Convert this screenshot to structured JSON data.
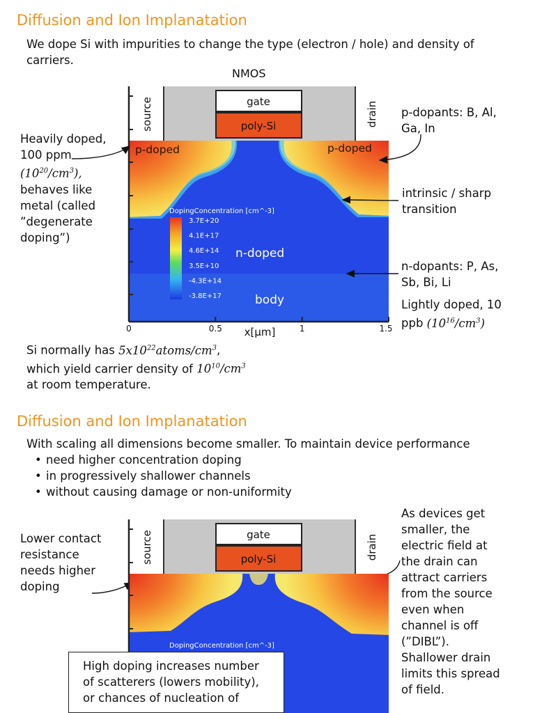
{
  "slide1": {
    "title": "Diffusion and Ion Implanatation",
    "intro": "We dope Si with impurities to change the type (electron / hole) and density of carriers.",
    "figure": {
      "caption": "NMOS",
      "source_label": "source",
      "drain_label": "drain",
      "gate_label": "gate",
      "polysi_label": "poly-Si",
      "pdoped_left": "p-doped",
      "pdoped_right": "p-doped",
      "ndoped_label": "n-doped",
      "body_label": "body",
      "legend_title": "DopingConcentration [cm^-3]",
      "legend_values": [
        "3.7E+20",
        "4.1E+17",
        "4.6E+14",
        "3.5E+10",
        "-4.3E+14",
        "-3.8E+17"
      ],
      "x_ticks": [
        "0",
        "0.5",
        "1",
        "1.5"
      ],
      "x_axis_label": "x[µm]"
    },
    "left_note": {
      "l1": "Heavily doped,",
      "l2": "100 ppm",
      "l3": "(10^20/cm^3),",
      "l4": "behaves like",
      "l5": "metal (called",
      "l6": "”degenerate",
      "l7": "doping”)"
    },
    "right_notes": {
      "pdopants": "p-dopants: B, Al, Ga, In",
      "intrinsic": "intrinsic / sharp transition",
      "ndopants": "n-dopants: P, As, Sb, Bi, Li",
      "lightly": "Lightly doped, 10 ppb (10^16/cm^3)"
    },
    "bottom_note": {
      "l1": "Si normally has 5x10^22 atoms/cm^3,",
      "l2": "which yield carrier density of 10^10/cm^3",
      "l3": "at room temperature."
    }
  },
  "slide2": {
    "title": "Diffusion and Ion Implanatation",
    "intro": "With scaling all dimensions become smaller. To maintain device performance",
    "bullets": [
      "need higher concentration doping",
      "in progressively shallower channels",
      "without causing damage or non-uniformity"
    ],
    "figure": {
      "source_label": "source",
      "drain_label": "drain",
      "gate_label": "gate",
      "polysi_label": "poly-Si",
      "legend_title": "DopingConcentration [cm^-3]"
    },
    "left_note": [
      "Lower contact",
      "resistance",
      "needs higher",
      "doping"
    ],
    "right_note": [
      "As devices get",
      "smaller, the",
      "electric field at",
      "the drain can",
      "attract carriers",
      "from the source",
      "even when",
      "channel is off",
      "(”DIBL”).",
      "Shallower drain",
      "limits this spread",
      "of field."
    ],
    "callout": [
      "High doping increases number",
      "of scatterers (lowers mobility),",
      "or chances of nucleation of"
    ]
  }
}
